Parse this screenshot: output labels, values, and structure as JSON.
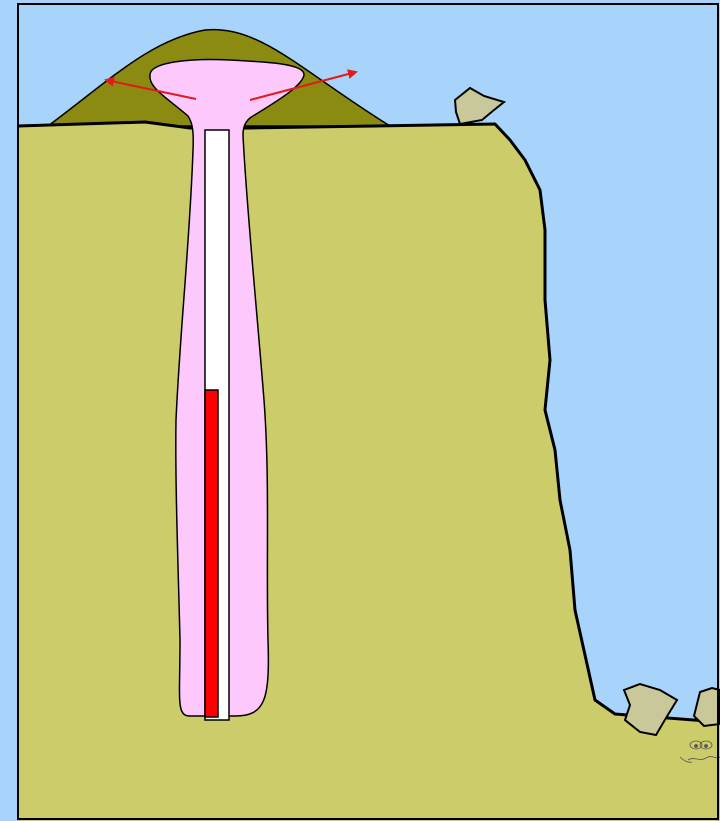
{
  "diagram": {
    "colors": {
      "sky": "#a8d4fc",
      "ground": "#cccc6a",
      "mound": "#8b8b12",
      "plume": "#fdc8fc",
      "casing": "#ffffff",
      "charge": "#ff0000",
      "arrow": "#e31a1c",
      "rock": "#c8c89a",
      "outline": "#000000"
    },
    "elements": {
      "frame": "frame",
      "sky": "sky",
      "ground": "ground-block",
      "cliff_edge": "cliff-face",
      "mound": "spoil-mound",
      "plume": "blast-plume",
      "borehole": "borehole-casing",
      "charge": "explosive-charge",
      "arrows": [
        "ejection-arrow-left",
        "ejection-arrow-right"
      ],
      "rocks": [
        "boulder-top",
        "boulder-bottom-1",
        "boulder-bottom-2"
      ],
      "creature": "peeking-creature"
    }
  }
}
